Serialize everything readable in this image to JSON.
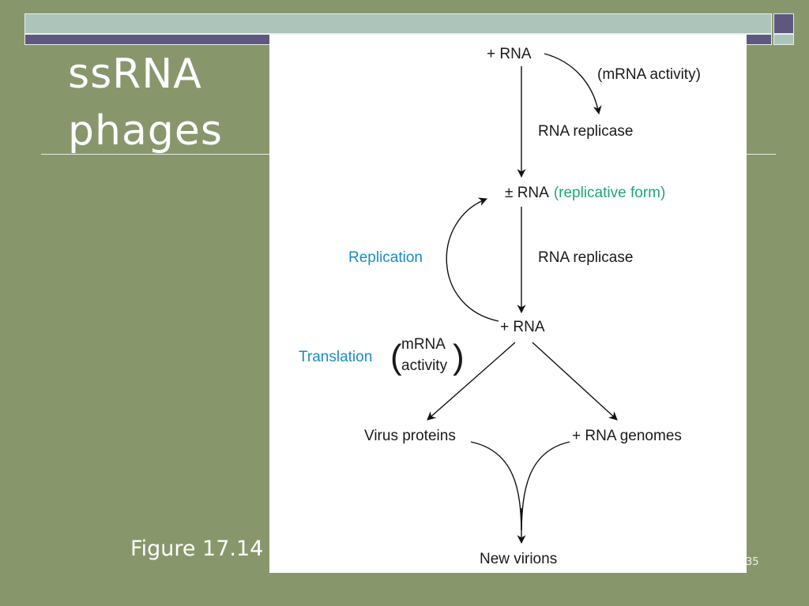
{
  "slide": {
    "title_lines": [
      "ssRNA",
      "phages"
    ],
    "figure_caption": "Figure 17.14",
    "slide_number": "35"
  },
  "diagram": {
    "nodes": {
      "plus_rna_top": "+ RNA",
      "mrna_activity_top": "(mRNA activity)",
      "rna_replicase_1": "RNA replicase",
      "pm_rna": "± RNA",
      "replicative_form": "(replicative form)",
      "replication": "Replication",
      "rna_replicase_2": "RNA replicase",
      "plus_rna_mid": "+ RNA",
      "translation": "Translation",
      "mrna_word": "mRNA",
      "activity_word": "activity",
      "virus_proteins": "Virus proteins",
      "rna_genomes": "+ RNA genomes",
      "new_virions": "New virions"
    },
    "colors": {
      "blue_label": "#1a8bc0",
      "green_label": "#1da67a",
      "text": "#1a1a1a",
      "background": "#88976b",
      "accent_light": "#acc4b9",
      "accent_dark": "#5e5880"
    }
  }
}
